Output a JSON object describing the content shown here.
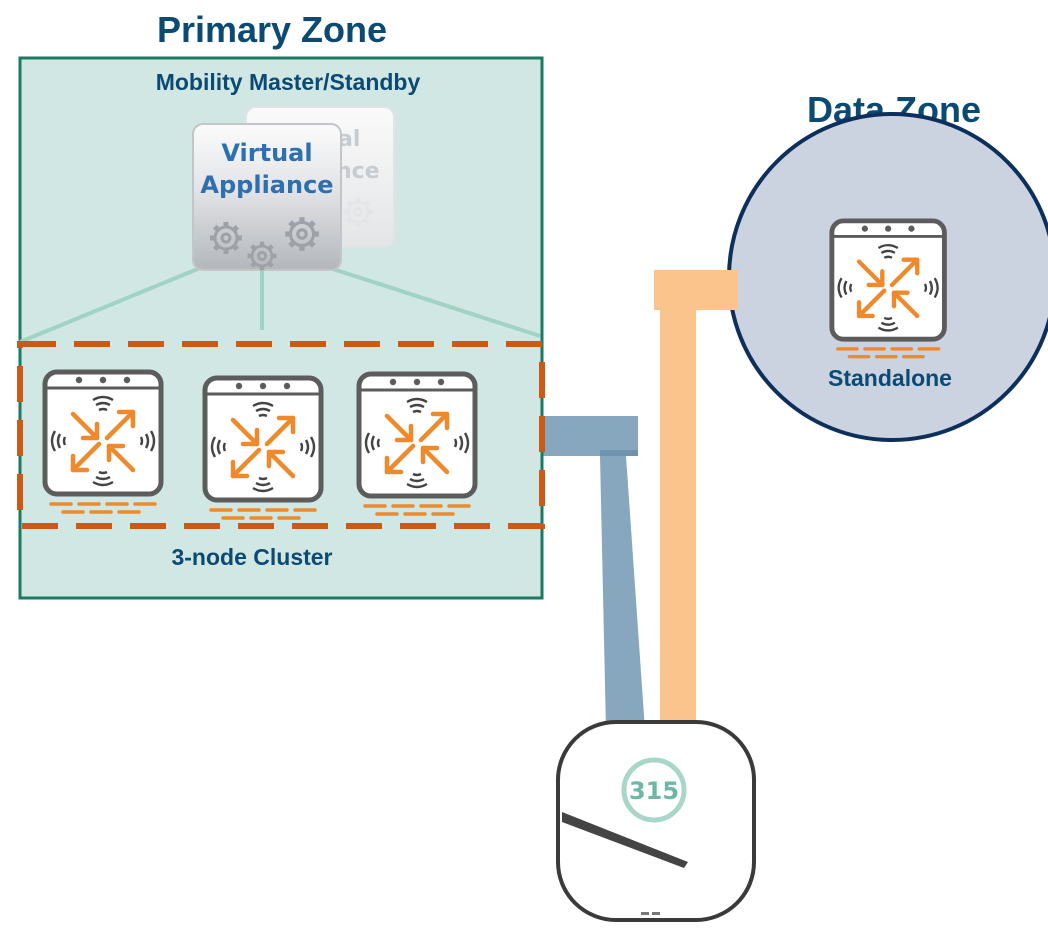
{
  "primary_zone": {
    "title": "Primary Zone",
    "master_label": "Mobility Master/Standby",
    "virtual_appliance": {
      "line1": "Virtual",
      "line2": "Appliance",
      "ghost_line1": "al",
      "ghost_line2": "nce"
    },
    "cluster_label": "3-node Cluster"
  },
  "data_zone": {
    "title": "Data Zone",
    "node_label": "Standalone"
  },
  "access_point": {
    "model": "315"
  },
  "colors": {
    "primary_zone_fill": "#d1e7e3",
    "primary_zone_border": "#1a7a64",
    "data_zone_fill": "#ccd3e0",
    "data_zone_border": "#0c2f5c",
    "cluster_dash": "#cc5a14",
    "link_primary": "#87a7bf",
    "link_data": "#fcc48d",
    "va_connector": "#9fd3c4",
    "title_text": "#0b4a72",
    "controller_arrows": "#ee8a2c"
  }
}
